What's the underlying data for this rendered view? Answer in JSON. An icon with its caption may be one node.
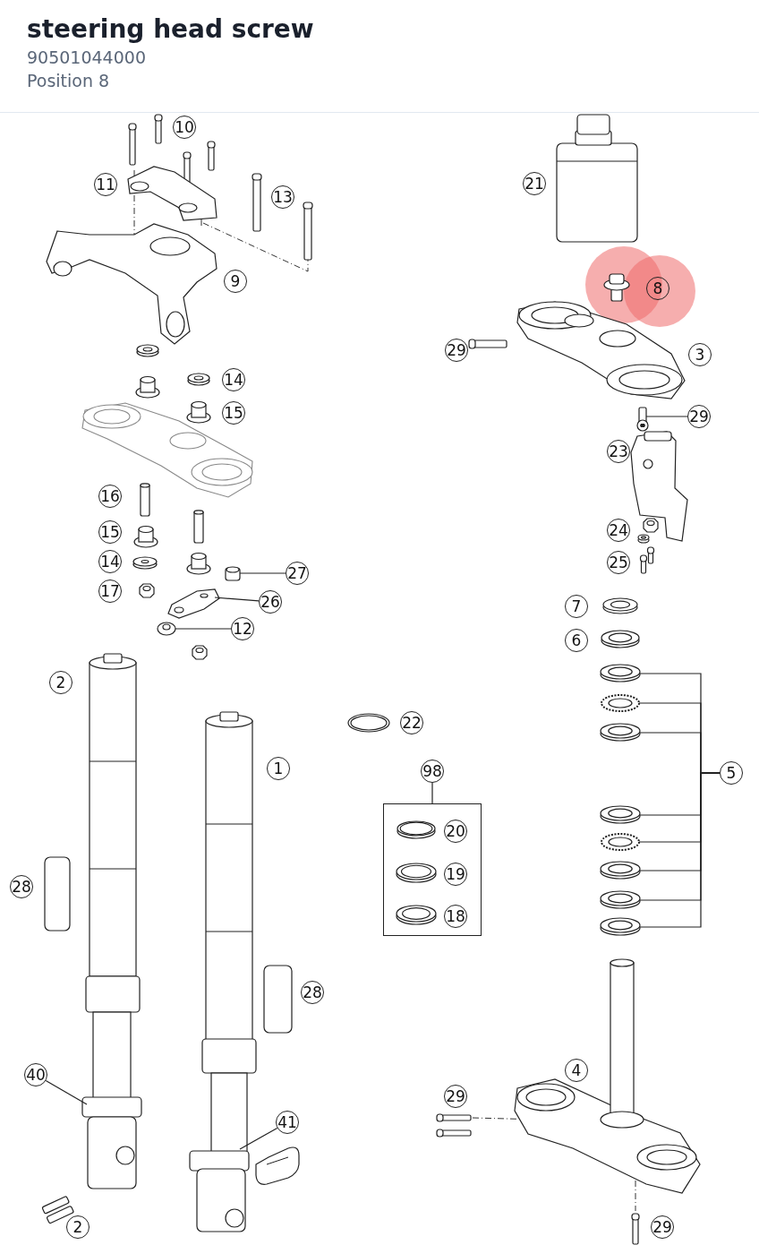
{
  "diagram": {
    "title": "steering head screw",
    "nodes": [
      {
        "text": [
          "10"
        ]
      },
      {
        "text": [
          "11"
        ]
      },
      {
        "text": [
          "21"
        ]
      },
      {
        "text": [
          "13"
        ]
      },
      {
        "text": [
          "9"
        ]
      },
      {
        "text": [
          "8"
        ]
      },
      {
        "text": [
          "29"
        ]
      },
      {
        "text": [
          "3"
        ]
      },
      {
        "text": [
          "14"
        ]
      },
      {
        "text": [
          "15"
        ]
      },
      {
        "text": [
          "29"
        ]
      },
      {
        "text": [
          "23"
        ]
      },
      {
        "text": [
          "16"
        ]
      },
      {
        "text": [
          "24"
        ]
      },
      {
        "text": [
          "15"
        ]
      },
      {
        "text": [
          "14"
        ]
      },
      {
        "text": [
          "25"
        ]
      },
      {
        "text": [
          "27"
        ]
      },
      {
        "text": [
          "17"
        ]
      },
      {
        "text": [
          "26"
        ]
      },
      {
        "text": [
          "7"
        ]
      },
      {
        "text": [
          "12"
        ]
      },
      {
        "text": [
          "6"
        ]
      },
      {
        "text": [
          "2"
        ]
      },
      {
        "text": [
          "22"
        ]
      },
      {
        "text": [
          "1"
        ]
      },
      {
        "text": [
          "98"
        ]
      },
      {
        "text": [
          "5"
        ]
      },
      {
        "text": [],
        "shape": "box"
      },
      {
        "text": [
          "20"
        ],
        "in": 28
      },
      {
        "text": [
          "19"
        ],
        "in": 28
      },
      {
        "text": [
          "18"
        ],
        "in": 28
      },
      {
        "text": [
          "28"
        ]
      },
      {
        "text": [
          "28"
        ]
      },
      {
        "text": [
          "4"
        ]
      },
      {
        "text": [
          "40"
        ]
      },
      {
        "text": [
          "29"
        ]
      },
      {
        "text": [
          "41"
        ]
      },
      {
        "text": [
          "2"
        ]
      },
      {
        "text": [
          "29"
        ]
      },
      {
        "text": [],
        "shape": "picture"
      },
      {
        "text": [],
        "shape": "picture"
      },
      {
        "text": [],
        "shape": "picture"
      },
      {
        "text": [],
        "shape": "picture"
      },
      {
        "text": [],
        "shape": "picture"
      },
      {
        "text": [],
        "shape": "picture"
      },
      {
        "text": [],
        "shape": "picture"
      },
      {
        "text": [],
        "shape": "picture"
      },
      {
        "text": [],
        "shape": "picture"
      },
      {
        "text": [],
        "shape": "picture"
      },
      {
        "text": [],
        "shape": "picture"
      },
      {
        "text": [],
        "shape": "picture"
      },
      {
        "text": [],
        "shape": "picture"
      },
      {
        "text": [],
        "shape": "picture"
      }
    ],
    "edges": [
      {
        "from": 10,
        "to": 40,
        "arrow": "none"
      },
      {
        "from": 17,
        "to": 41,
        "arrow": "none"
      },
      {
        "from": 19,
        "to": 42,
        "arrow": "none"
      },
      {
        "from": 21,
        "to": 43,
        "arrow": "none"
      },
      {
        "from": 26,
        "to": 28,
        "arrow": "none"
      },
      {
        "from": 27,
        "to": 44,
        "arrow": "none"
      },
      {
        "from": 27,
        "to": 45,
        "arrow": "none"
      },
      {
        "from": 27,
        "to": 46,
        "arrow": "none"
      },
      {
        "from": 27,
        "to": 47,
        "arrow": "none"
      },
      {
        "from": 27,
        "to": 48,
        "arrow": "none"
      },
      {
        "from": 27,
        "to": 49,
        "arrow": "none"
      },
      {
        "from": 27,
        "to": 50,
        "arrow": "none"
      },
      {
        "from": 27,
        "to": 51,
        "arrow": "none"
      },
      {
        "from": 35,
        "to": 52,
        "arrow": "none"
      },
      {
        "from": 37,
        "to": 53,
        "arrow": "none"
      }
    ],
    "labels": [
      "90501044000",
      "Position 8"
    ]
  }
}
